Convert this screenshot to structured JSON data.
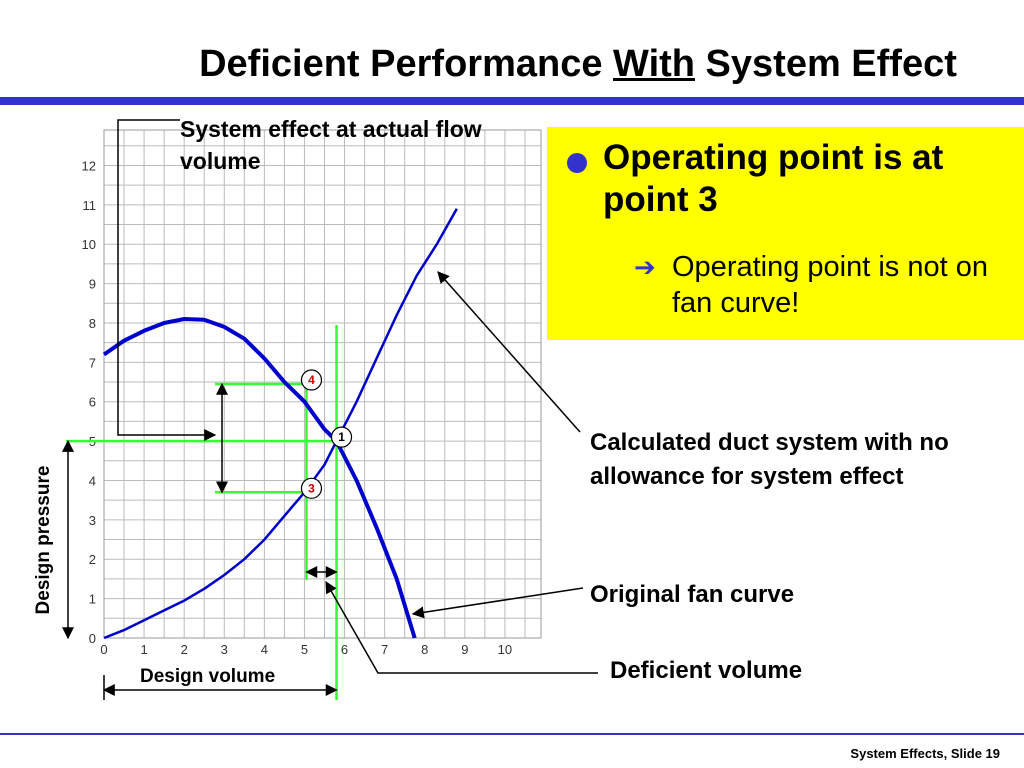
{
  "slide": {
    "title_part1": "Deficient Performance ",
    "title_part2": "With",
    "title_part3": " System Effect",
    "footer": "System Effects, Slide 19"
  },
  "callout": {
    "bullet": "Operating point is at point 3",
    "sub_bullet": "Operating point is not on fan curve!",
    "bullet_color": "#3333cc",
    "background": "#ffff00"
  },
  "labels": {
    "system_effect": "System effect at actual flow volume",
    "duct_system": "Calculated duct system with no allowance for system effect",
    "fan_curve": "Original fan curve",
    "deficient_volume": "Deficient volume",
    "design_volume": "Design volume",
    "design_pressure": "Design pressure"
  },
  "chart_data": {
    "type": "line",
    "x_ticks": [
      "0",
      "1",
      "2",
      "3",
      "4",
      "5",
      "6",
      "7",
      "8",
      "9",
      "10"
    ],
    "y_ticks": [
      "0",
      "1",
      "2",
      "3",
      "4",
      "5",
      "6",
      "7",
      "8",
      "9",
      "10",
      "11",
      "12"
    ],
    "xlim": [
      0,
      10.9
    ],
    "ylim": [
      0,
      12.9
    ],
    "series": [
      {
        "color": "#0000cc",
        "points": [
          [
            0,
            7.2
          ],
          [
            0.5,
            7.55
          ],
          [
            1,
            7.8
          ],
          [
            1.5,
            8.0
          ],
          [
            2,
            8.1
          ],
          [
            2.5,
            8.08
          ],
          [
            3,
            7.9
          ],
          [
            3.5,
            7.6
          ],
          [
            4,
            7.1
          ],
          [
            4.5,
            6.5
          ],
          [
            5,
            6.0
          ],
          [
            5.5,
            5.3
          ],
          [
            5.8,
            5.0
          ],
          [
            6.3,
            4.0
          ],
          [
            6.8,
            2.8
          ],
          [
            7.3,
            1.5
          ],
          [
            7.75,
            0
          ]
        ]
      },
      {
        "color": "#0000cc",
        "points": [
          [
            0,
            0
          ],
          [
            0.5,
            0.2
          ],
          [
            1,
            0.45
          ],
          [
            1.5,
            0.7
          ],
          [
            2,
            0.95
          ],
          [
            2.5,
            1.25
          ],
          [
            3,
            1.6
          ],
          [
            3.5,
            2.0
          ],
          [
            4,
            2.5
          ],
          [
            4.5,
            3.1
          ],
          [
            5,
            3.7
          ],
          [
            5.5,
            4.4
          ],
          [
            5.8,
            5.0
          ],
          [
            6.3,
            6.0
          ],
          [
            6.8,
            7.1
          ],
          [
            7.3,
            8.2
          ],
          [
            7.8,
            9.2
          ],
          [
            8.3,
            10.0
          ],
          [
            8.8,
            10.9
          ]
        ]
      }
    ],
    "points": [
      {
        "id": "1",
        "x": 5.8,
        "y": 5.0,
        "color": "#000000"
      },
      {
        "id": "3",
        "x": 5.05,
        "y": 3.7,
        "color": "#cc0000"
      },
      {
        "id": "4",
        "x": 5.05,
        "y": 6.45,
        "color": "#cc0000"
      }
    ],
    "guide_color": "#33ff33"
  }
}
